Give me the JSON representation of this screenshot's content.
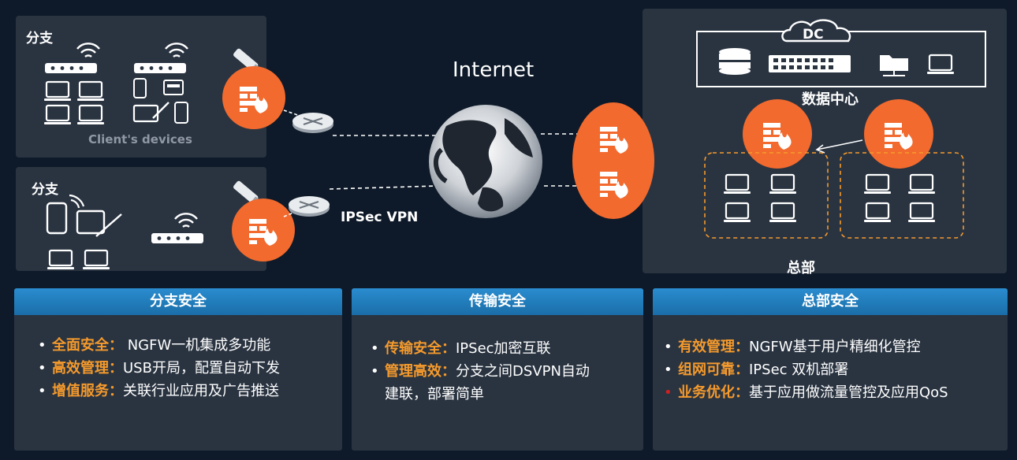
{
  "diagram": {
    "branch_label": "分支",
    "devices_label": "Client's devices",
    "internet_label": "Internet",
    "vpn_label": "IPSec VPN",
    "dc_label": "DC",
    "datacenter_label": "数据中心",
    "hq_label": "总部"
  },
  "cards": [
    {
      "title": "分支安全",
      "items": [
        {
          "key": "全面安全：",
          "text": " NGFW一机集成多功能",
          "bullet": "white"
        },
        {
          "key": "高效管理：",
          "text": "USB开局，配置自动下发",
          "bullet": "white"
        },
        {
          "key": "增值服务：",
          "text": "关联行业应用及广告推送",
          "bullet": "white"
        }
      ]
    },
    {
      "title": "传输安全",
      "items": [
        {
          "key": "传输安全：",
          "text": "IPSec加密互联",
          "bullet": "white"
        },
        {
          "key": "管理高效：",
          "text": "分支之间DSVPN自动",
          "cont": "建联，部署简单",
          "bullet": "white"
        }
      ]
    },
    {
      "title": "总部安全",
      "items": [
        {
          "key": "有效管理：",
          "text": "NGFW基于用户精细化管控",
          "bullet": "white"
        },
        {
          "key": "组网可靠：",
          "text": "IPSec 双机部署",
          "bullet": "white"
        },
        {
          "key": "业务优化：",
          "text": "基于应用做流量管控及应用QoS",
          "bullet": "red"
        }
      ]
    }
  ],
  "colors": {
    "accent_orange": "#f26a2e",
    "key_text": "#f59a2c",
    "header_blue": "#1f7cc0"
  }
}
